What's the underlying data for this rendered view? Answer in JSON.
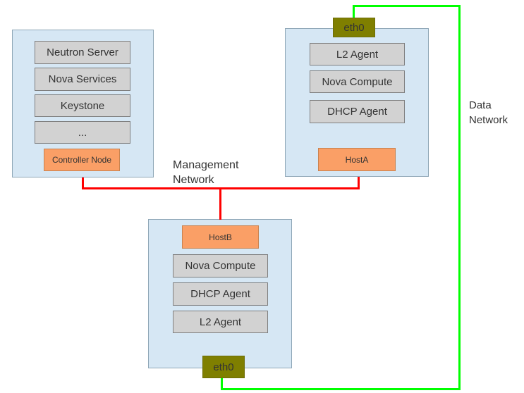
{
  "diagram": {
    "title_labels": {
      "management_network": "Management Network",
      "data_network": "Data Network"
    },
    "controller": {
      "services": [
        "Neutron Server",
        "Nova Services",
        "Keystone",
        "..."
      ],
      "node_label": "Controller Node"
    },
    "host_a": {
      "interface": "eth0",
      "services": [
        "L2 Agent",
        "Nova Compute",
        "DHCP Agent"
      ],
      "node_label": "HostA"
    },
    "host_b": {
      "node_label": "HostB",
      "services": [
        "Nova Compute",
        "DHCP Agent",
        "L2 Agent"
      ],
      "interface": "eth0"
    },
    "colors": {
      "management_line": "#ff0000",
      "data_line": "#00ff00",
      "container_fill": "#d6e7f4",
      "service_fill": "#d2d2d2",
      "node_fill": "#fa9f66",
      "interface_fill": "#7f7f00",
      "text": "#333333"
    }
  }
}
